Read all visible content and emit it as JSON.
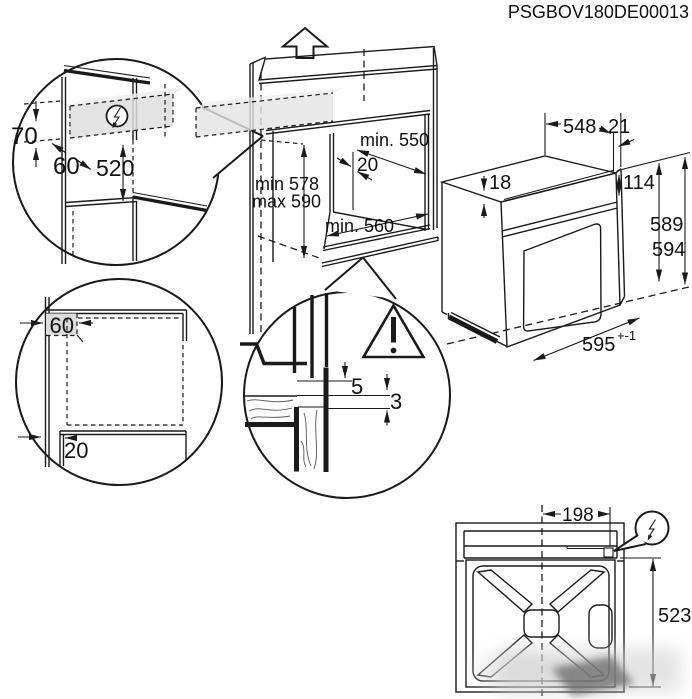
{
  "page": {
    "part_number": "PSGBOV180DE00013",
    "background": "#ffffff",
    "line_color": "#1a1a1a",
    "shade_color": "#e4e4e4"
  },
  "cabinet_view": {
    "description": "built-in niche isometric drawing",
    "ventilation_icon": "up-arrow",
    "dims": {
      "niche_depth_top": "min. 550",
      "rear_gap": "20",
      "niche_height_min": "min 578",
      "niche_height_max": "max 590",
      "niche_depth_bottom": "min. 560"
    }
  },
  "connection_detail": {
    "icon": "lightning-in-circle",
    "dims": {
      "zone_height": "70",
      "zone_depth": "60",
      "distance_to_shelf": "520"
    }
  },
  "plan_detail": {
    "dims": {
      "corner_offset": "60",
      "front_offset": "20"
    }
  },
  "gap_detail": {
    "icon": "warning-triangle",
    "dims": {
      "upper_gap": "5",
      "lower_gap": "3"
    }
  },
  "oven_view": {
    "dims": {
      "body_width": "548",
      "panel_overhang": "21",
      "top_recess": "18",
      "panel_height": "114",
      "body_height": "589",
      "total_height": "594",
      "front_width": "595",
      "front_width_tolerance": "+-1"
    }
  },
  "rear_view": {
    "icon": "lightning-in-circle",
    "dims": {
      "connection_offset_x": "198",
      "connection_offset_y": "523"
    }
  }
}
